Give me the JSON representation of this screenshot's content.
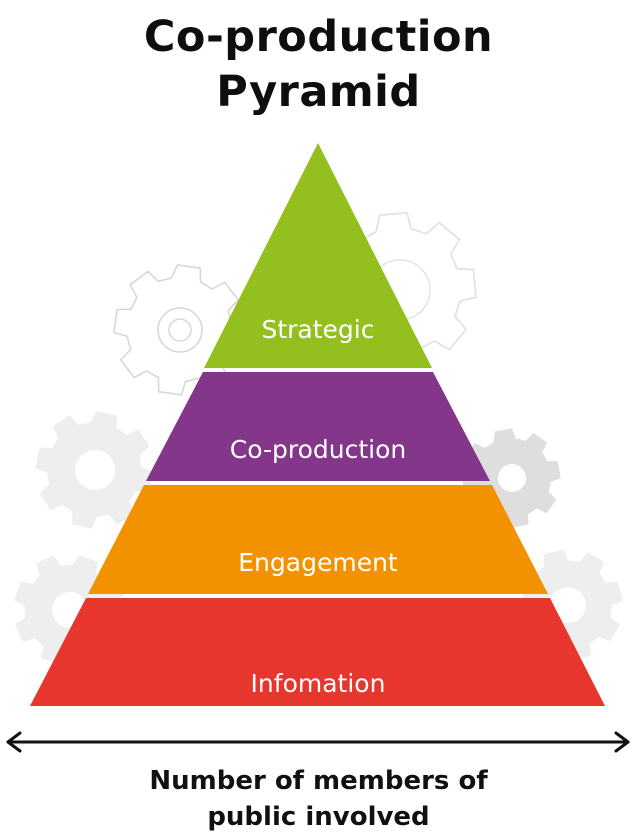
{
  "title": {
    "line1": "Co-production",
    "line2": "Pyramid"
  },
  "pyramid": {
    "tiers": [
      {
        "label": "Strategic",
        "color": "#93c01f"
      },
      {
        "label": "Co-production",
        "color": "#84368a"
      },
      {
        "label": "Engagement",
        "color": "#f39200"
      },
      {
        "label": "Infomation",
        "color": "#e6362e"
      }
    ],
    "background_icons": [
      "gear-icon"
    ]
  },
  "axis": {
    "arrow_icon": "double-headed-arrow-icon",
    "label_line1": "Number of members of",
    "label_line2": "public involved"
  }
}
